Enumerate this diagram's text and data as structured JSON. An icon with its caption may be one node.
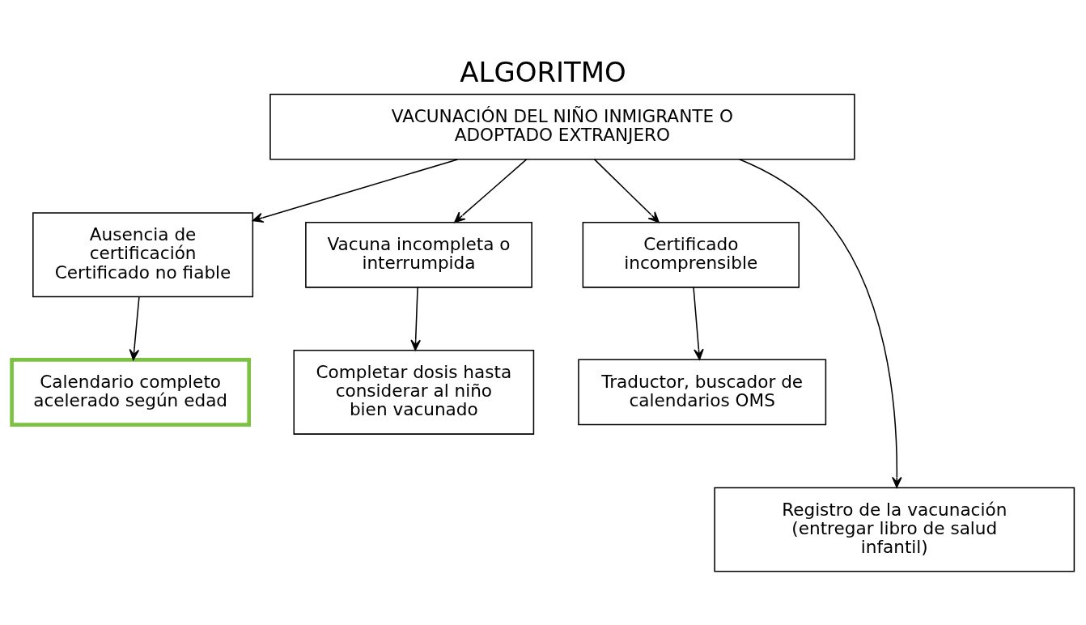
{
  "diagram": {
    "title": "ALGORITMO",
    "nodes": [
      {
        "text": [
          "VACUNACIÓN DEL NIÑO INMIGRANTE O ADOPTADO EXTRANJERO"
        ]
      },
      {
        "text": [
          "Ausencia de certificación Certificado no fiable"
        ]
      },
      {
        "text": [
          "Vacuna incompleta o interrumpida"
        ]
      },
      {
        "text": [
          "Certificado incomprensible"
        ]
      },
      {
        "text": [
          "Calendario completo acelerado según edad"
        ]
      },
      {
        "text": [
          "Completar dosis hasta considerar al niño bien vacunado"
        ]
      },
      {
        "text": [
          "Traductor, buscador de calendarios OMS"
        ]
      },
      {
        "text": [
          "Registro de la vacunación (entregar libro de salud infantil)"
        ]
      }
    ],
    "edges": [
      {
        "from": 0,
        "to": 1,
        "arrow": "to"
      },
      {
        "from": 0,
        "to": 7,
        "arrow": "to"
      },
      {
        "from": 0,
        "to": 2,
        "arrow": "to"
      },
      {
        "from": 0,
        "to": 3,
        "arrow": "to"
      },
      {
        "from": 1,
        "to": 4,
        "arrow": "to"
      },
      {
        "from": 2,
        "to": 5,
        "arrow": "to"
      },
      {
        "from": 3,
        "to": 6,
        "arrow": "to"
      }
    ]
  }
}
